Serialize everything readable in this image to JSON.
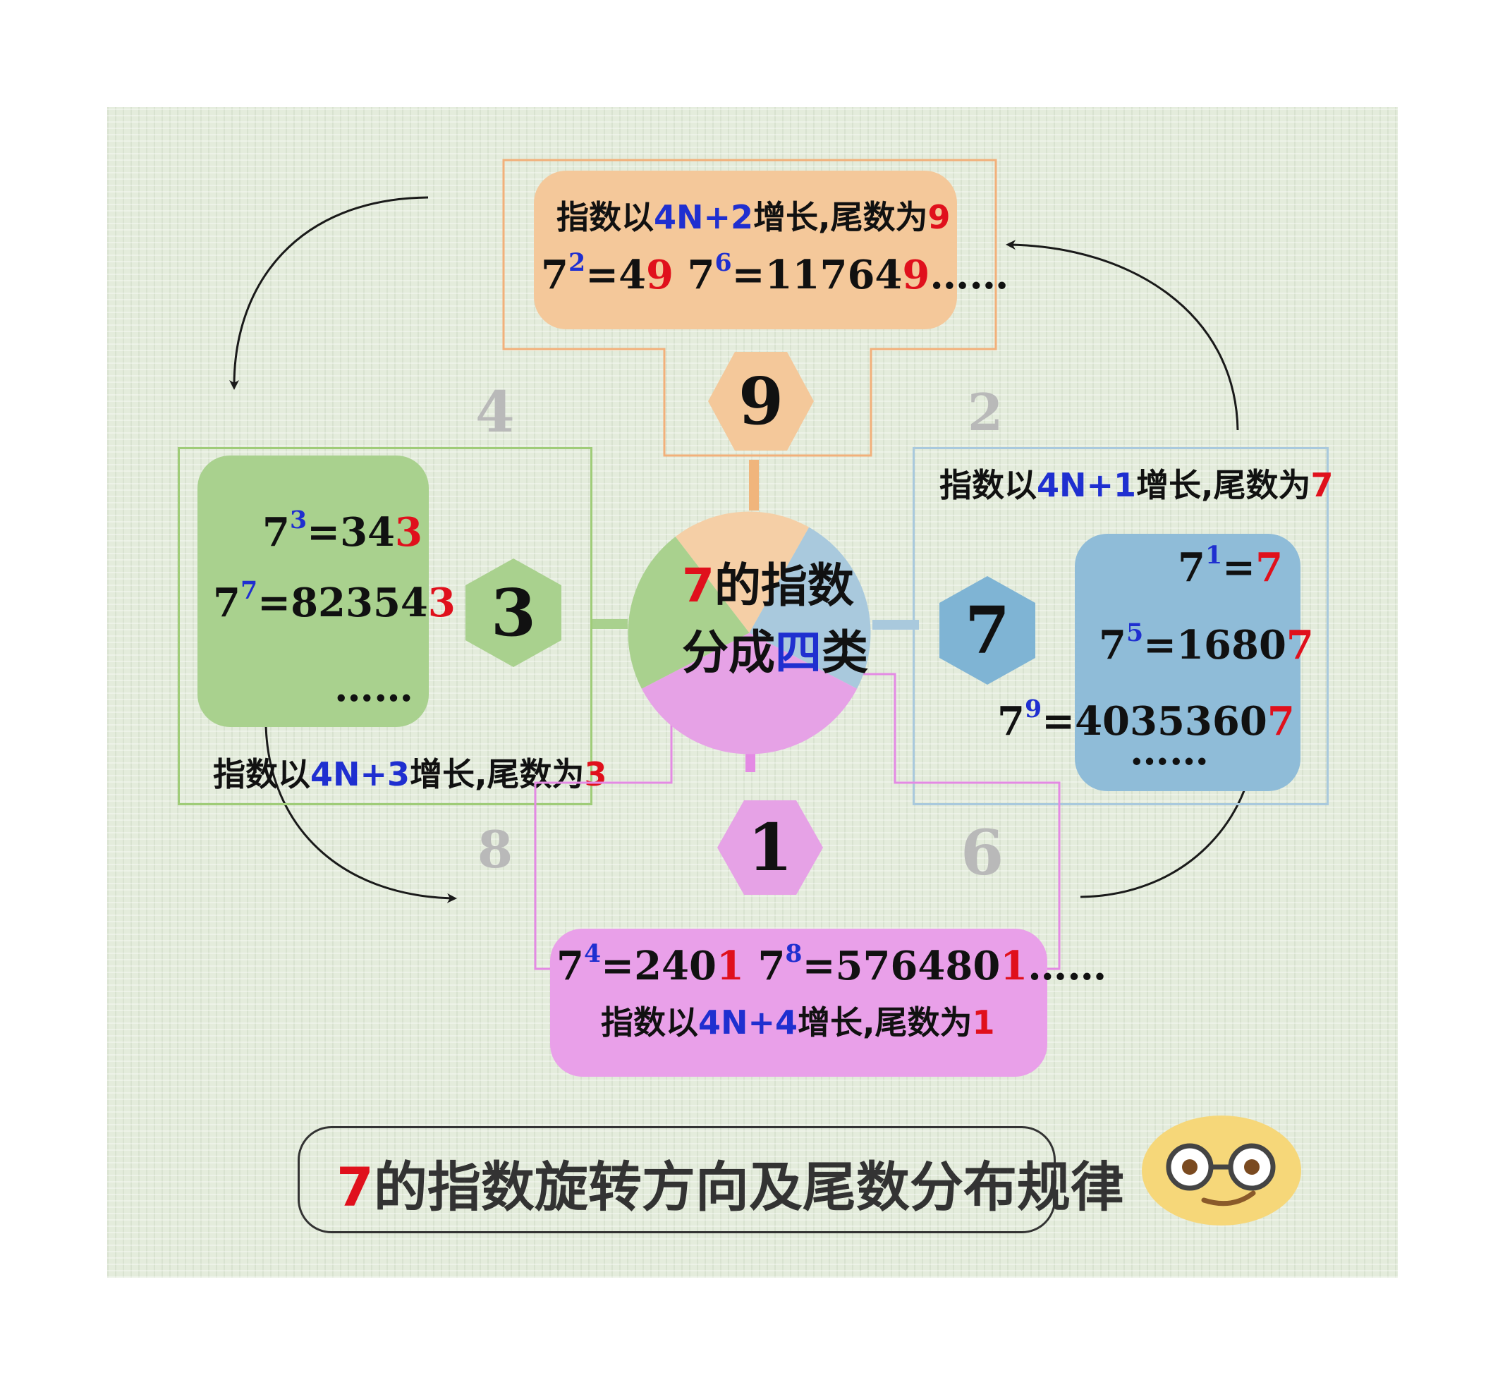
{
  "center": {
    "line1_num": "7",
    "line1_text": "的指数",
    "line2_a": "分成",
    "line2_b": "四",
    "line2_c": "类"
  },
  "sector_numbers": [
    "4",
    "2",
    "8",
    "6"
  ],
  "hexes": {
    "top": "9",
    "left": "3",
    "right": "7",
    "bottom": "1"
  },
  "top_group": {
    "rule": {
      "pre": "指数以",
      "exp": "4N+2",
      "mid": "增长,尾数为",
      "digit": "9"
    },
    "eq1": {
      "base": "7",
      "power": "2",
      "body": "=4",
      "tail": "9"
    },
    "eq2": {
      "base": "7",
      "power": "6",
      "body": "=11764",
      "tail": "9"
    },
    "ellipsis": "……"
  },
  "left_group": {
    "rule": {
      "pre": "指数以",
      "exp": "4N+3",
      "mid": "增长,尾数为",
      "digit": "3"
    },
    "eq1": {
      "base": "7",
      "power": "3",
      "body": "=34",
      "tail": "3"
    },
    "eq2": {
      "base": "7",
      "power": "7",
      "body": "=82354",
      "tail": "3"
    },
    "ellipsis": "……"
  },
  "right_group": {
    "rule": {
      "pre": "指数以",
      "exp": "4N+1",
      "mid": "增长,尾数为",
      "digit": "7"
    },
    "eq1": {
      "base": "7",
      "power": "1",
      "body": "=",
      "tail": "7"
    },
    "eq2": {
      "base": "7",
      "power": "5",
      "body": "=1680",
      "tail": "7"
    },
    "eq3": {
      "base": "7",
      "power": "9",
      "body": "=4035360",
      "tail": "7"
    },
    "ellipsis": "……"
  },
  "bottom_group": {
    "rule": {
      "pre": "指数以",
      "exp": "4N+4",
      "mid": "增长,尾数为",
      "digit": "1"
    },
    "eq1": {
      "base": "7",
      "power": "4",
      "body": "=240",
      "tail": "1"
    },
    "eq2": {
      "base": "7",
      "power": "8",
      "body": "=576480",
      "tail": "1"
    },
    "ellipsis": "……"
  },
  "title": {
    "num": "7",
    "text": "的指数旋转方向及尾数分布规律"
  },
  "colors": {
    "orange": "#f4c89a",
    "green": "#a9d18e",
    "blue": "#8fbcd8",
    "pink": "#e9a0e9",
    "red": "#e0101c",
    "blue_text": "#1f2fd0"
  }
}
